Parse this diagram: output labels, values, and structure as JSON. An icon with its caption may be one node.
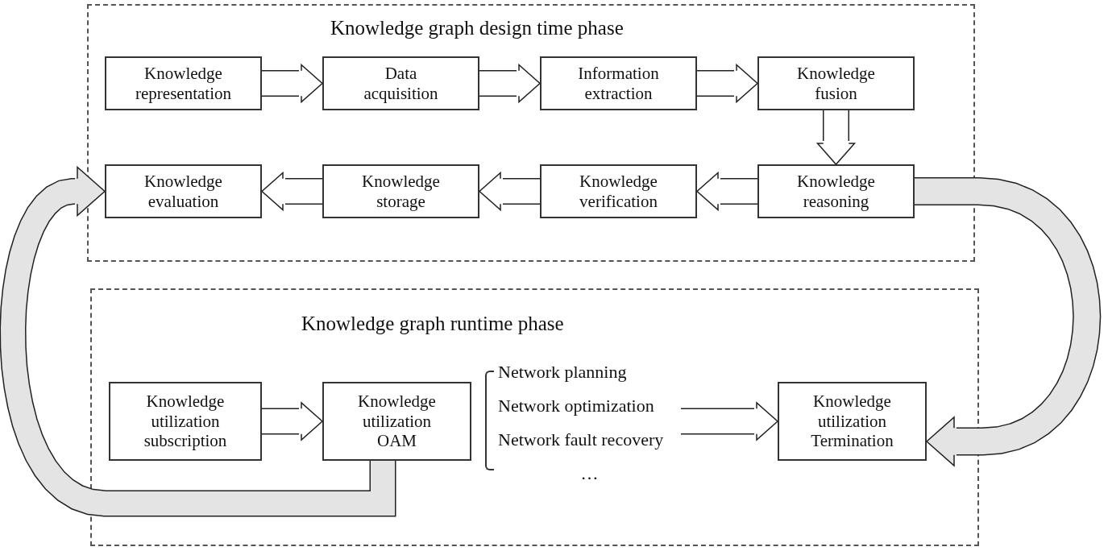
{
  "diagram": {
    "nodes": [
      {
        "text": [
          "Knowledge graph design time phase"
        ]
      },
      {
        "text": [
          "Knowledge representation"
        ],
        "in": 0
      },
      {
        "text": [
          "Data acquisition"
        ],
        "in": 0
      },
      {
        "text": [
          "Information extraction"
        ],
        "in": 0
      },
      {
        "text": [
          "Knowledge fusion"
        ],
        "in": 0
      },
      {
        "text": [
          "Knowledge evaluation"
        ],
        "in": 0
      },
      {
        "text": [
          "Knowledge storage"
        ],
        "in": 0
      },
      {
        "text": [
          "Knowledge verification"
        ],
        "in": 0
      },
      {
        "text": [
          "Knowledge reasoning"
        ],
        "in": 0
      },
      {
        "text": [
          "Knowledge graph runtime phase"
        ]
      },
      {
        "text": [
          "Knowledge utilization subscription"
        ],
        "in": 9
      },
      {
        "text": [
          "Knowledge utilization OAM"
        ],
        "in": 9
      },
      {
        "text": [
          "Network planning",
          "Network optimization",
          "Network fault recovery",
          "…"
        ],
        "in": 9
      },
      {
        "text": [
          "Knowledge utilization Termination"
        ],
        "in": 9
      }
    ],
    "edges": [
      {
        "from": 1,
        "to": 2,
        "arrow": "to"
      },
      {
        "from": 2,
        "to": 3,
        "arrow": "to"
      },
      {
        "from": 3,
        "to": 4,
        "arrow": "to"
      },
      {
        "from": 4,
        "to": 8,
        "arrow": "to"
      },
      {
        "from": 8,
        "to": 7,
        "arrow": "to"
      },
      {
        "from": 7,
        "to": 6,
        "arrow": "to"
      },
      {
        "from": 6,
        "to": 5,
        "arrow": "to"
      },
      {
        "from": 8,
        "to": 13,
        "arrow": "to"
      },
      {
        "from": 10,
        "to": 11,
        "arrow": "to"
      },
      {
        "from": 12,
        "to": 13,
        "arrow": "to"
      },
      {
        "from": 11,
        "to": 5,
        "arrow": "to"
      }
    ]
  }
}
